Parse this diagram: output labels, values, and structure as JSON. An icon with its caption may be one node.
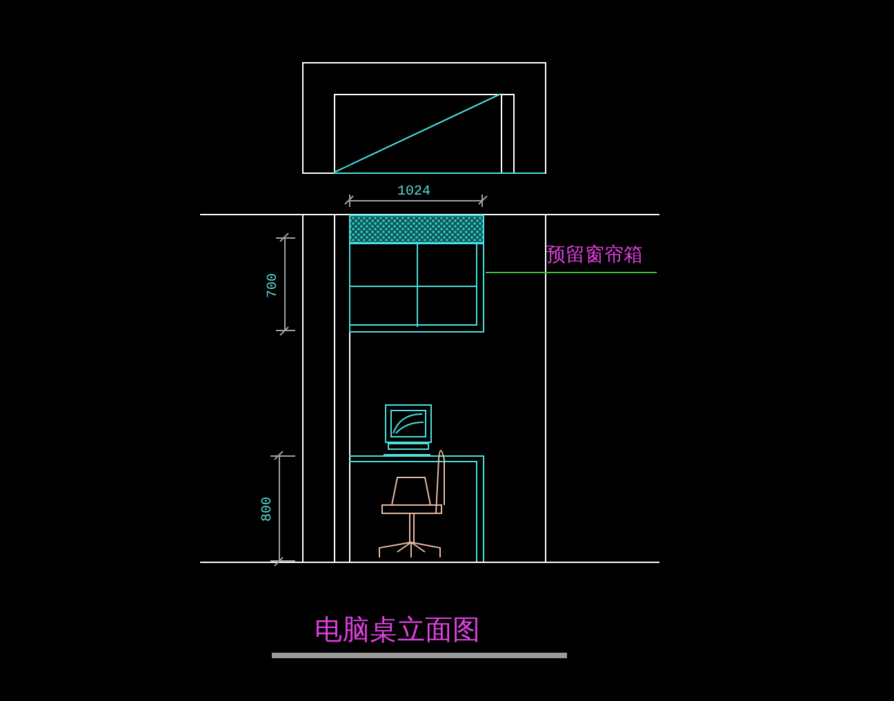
{
  "diagram": {
    "title": "电脑桌立面图",
    "nodes": [
      {
        "text": [
          "预留窗帘箱"
        ]
      },
      {
        "text": [],
        "shape": "box"
      }
    ],
    "edges": [
      {
        "from": 0,
        "to": 1,
        "arrow": "none"
      }
    ],
    "labels": [
      "1024",
      "700",
      "800"
    ]
  }
}
